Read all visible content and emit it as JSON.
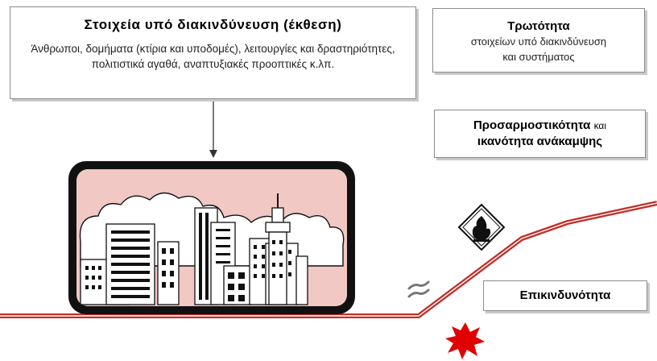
{
  "exposure": {
    "title": "Στοιχεία υπό διακινδύνευση (έκθεση)",
    "text": "Άνθρωποι, δομήματα (κτίρια και υποδομές), λειτουργίες και δραστηριότητες, πολιτιστικά αγαθά, αναπτυξιακές προοπτικές κ.λπ."
  },
  "vulnerability": {
    "title": "Τρωτότητα",
    "line1": "στοιχείων υπό διακινδύνευση",
    "line2": "και συστήματος"
  },
  "adaptability": {
    "part1": "Προσαρμοστικότητα",
    "part2": "και",
    "part3": "ικανότητα ανάκαμψης"
  },
  "hazard": {
    "label": "Επικινδυνότητα"
  },
  "colors": {
    "city_background": "#f2c8c4",
    "ground_line": "#c0302a",
    "frame": "#111111",
    "explosion": "#e00000"
  },
  "icons": [
    "city-illustration",
    "fire-hazard-icon",
    "explosion-icon",
    "vibration-icon",
    "down-arrow-icon"
  ]
}
